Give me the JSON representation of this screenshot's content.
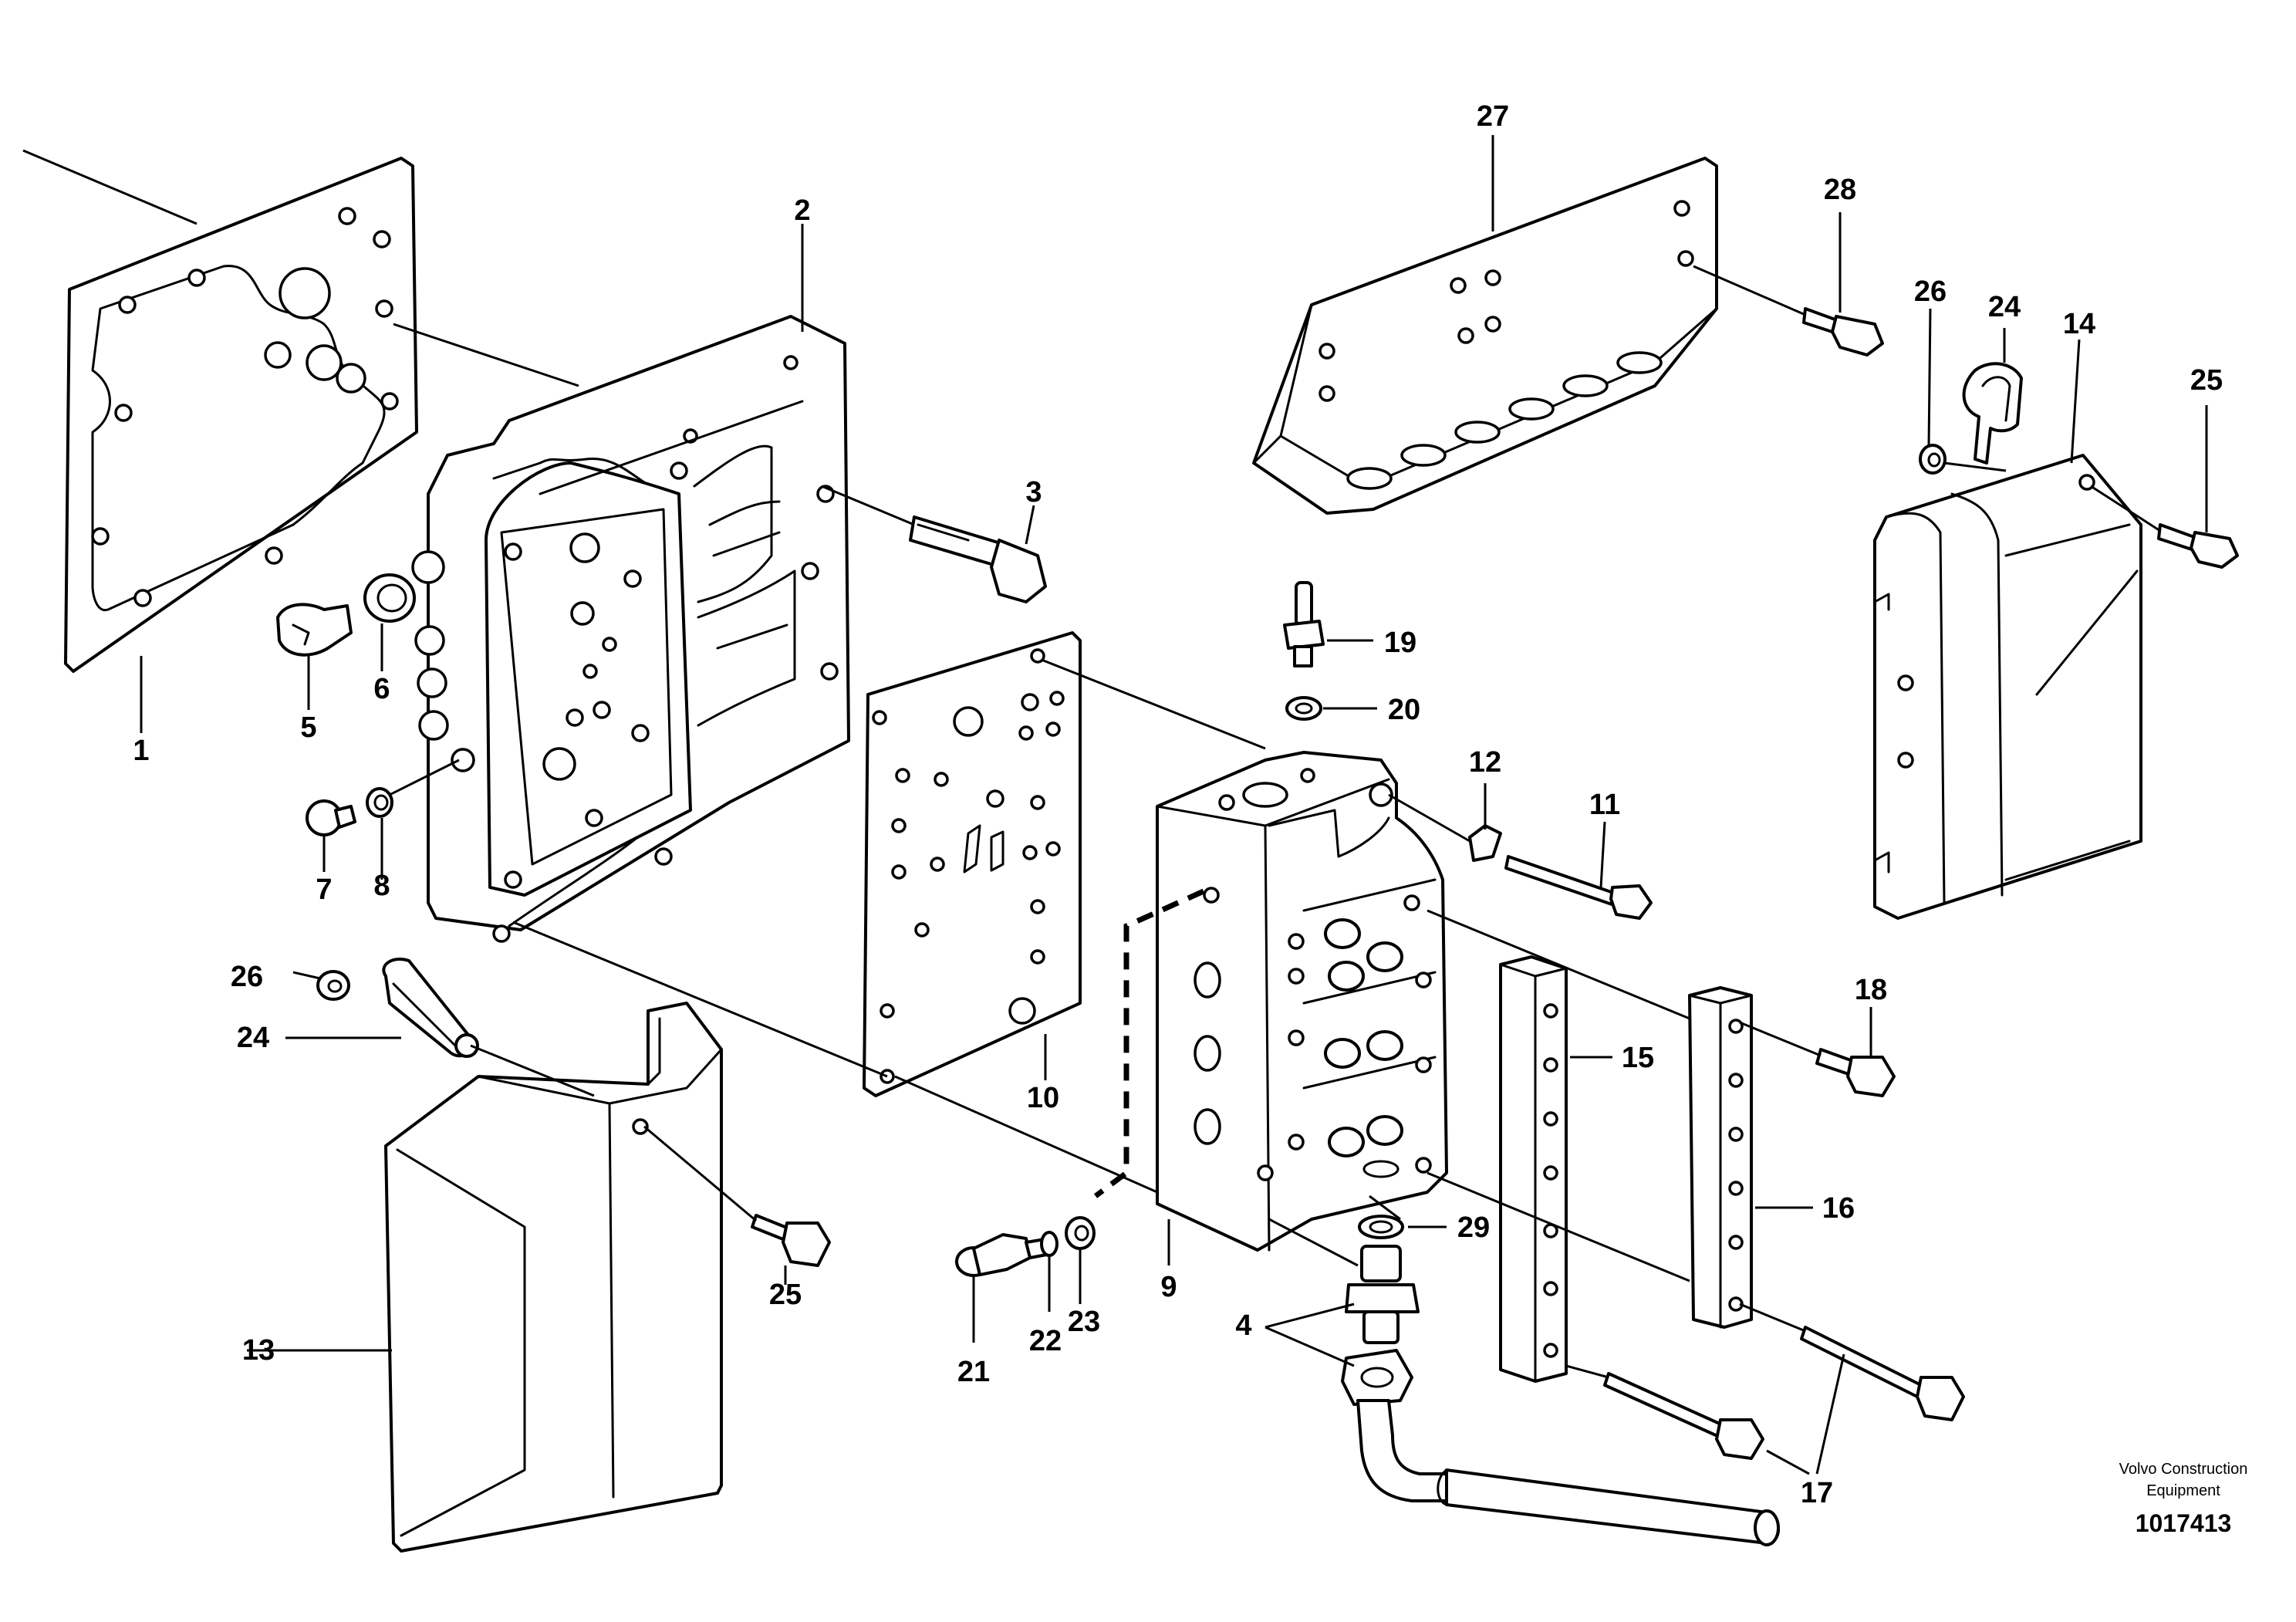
{
  "footer": {
    "brand_line1": "Volvo Construction",
    "brand_line2": "Equipment",
    "document_number": "1017413"
  },
  "callouts": {
    "c1": "1",
    "c2": "2",
    "c3": "3",
    "c4": "4",
    "c5": "5",
    "c6": "6",
    "c7": "7",
    "c8": "8",
    "c9": "9",
    "c10": "10",
    "c11": "11",
    "c12": "12",
    "c13": "13",
    "c14": "14",
    "c15": "15",
    "c16": "16",
    "c17": "17",
    "c18": "18",
    "c19": "19",
    "c20": "20",
    "c21": "21",
    "c22": "22",
    "c23": "23",
    "c24": "24",
    "c25": "25",
    "c26": "26",
    "c27": "27",
    "c28": "28",
    "c29": "29"
  },
  "colors": {
    "line": "#000000",
    "background": "#ffffff"
  }
}
